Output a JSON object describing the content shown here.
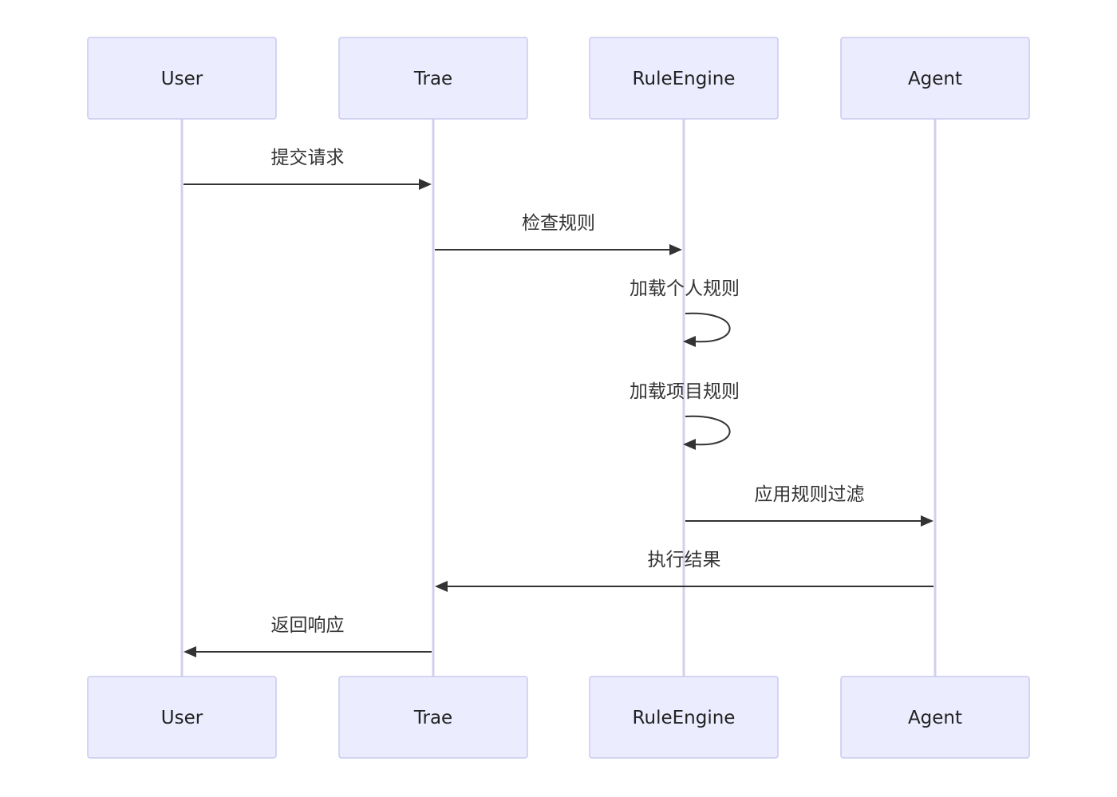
{
  "participants": [
    {
      "id": "user",
      "label": "User"
    },
    {
      "id": "trae",
      "label": "Trae"
    },
    {
      "id": "ruleengine",
      "label": "RuleEngine"
    },
    {
      "id": "agent",
      "label": "Agent"
    }
  ],
  "messages": [
    {
      "id": "submit",
      "from": 0,
      "to": 1,
      "label": "提交请求"
    },
    {
      "id": "check",
      "from": 1,
      "to": 2,
      "label": "检查规则"
    },
    {
      "id": "load-personal",
      "from": 2,
      "to": 2,
      "label": "加载个人规则"
    },
    {
      "id": "load-project",
      "from": 2,
      "to": 2,
      "label": "加载项目规则"
    },
    {
      "id": "apply-filter",
      "from": 2,
      "to": 3,
      "label": "应用规则过滤"
    },
    {
      "id": "exec-result",
      "from": 3,
      "to": 1,
      "label": "执行结果"
    },
    {
      "id": "return-response",
      "from": 1,
      "to": 0,
      "label": "返回响应"
    }
  ],
  "colors": {
    "actor_fill": "#ececff",
    "actor_stroke": "#c9c9ef",
    "lifeline": "#d2d0ee",
    "message": "#333333"
  }
}
